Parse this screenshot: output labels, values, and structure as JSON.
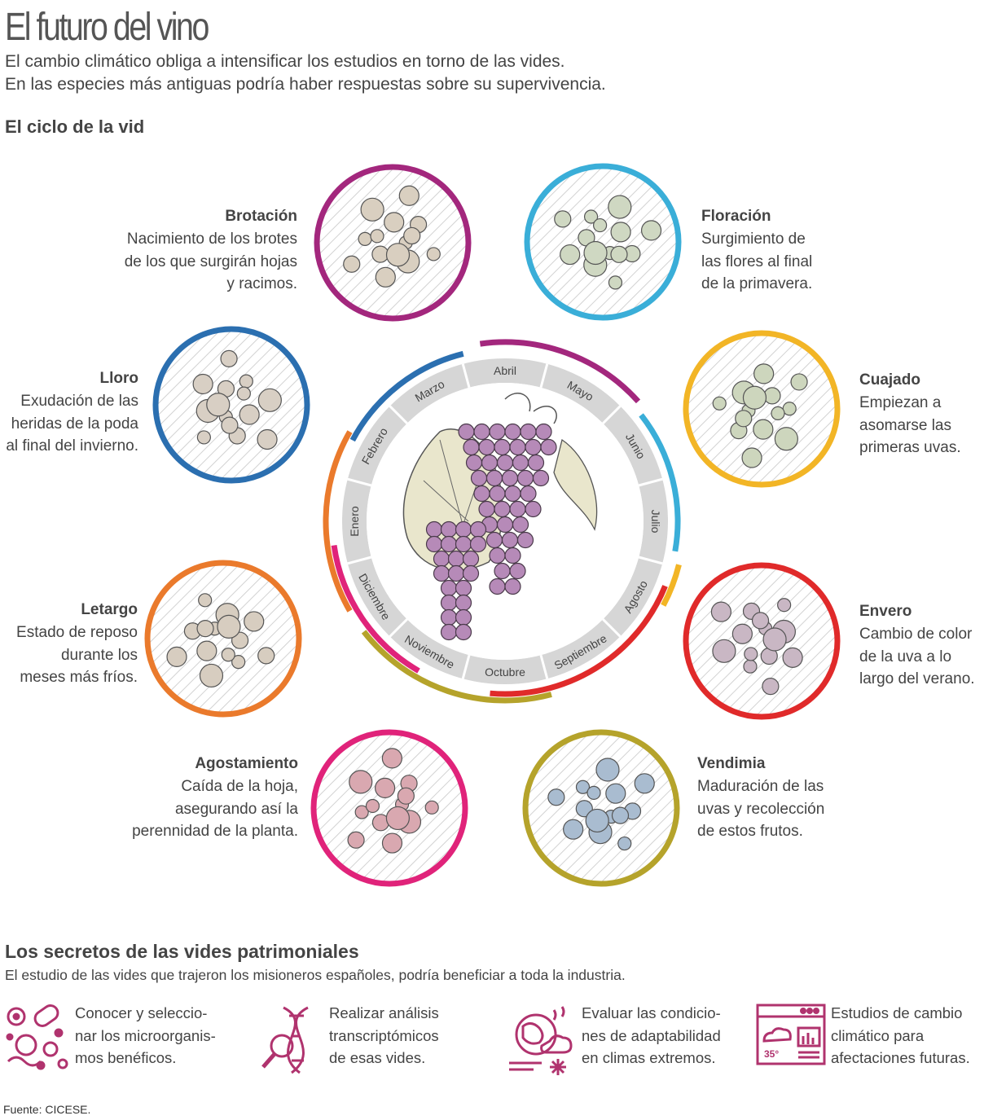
{
  "header": {
    "title": "El futuro del vino",
    "subtitle_1": "El cambio climático obliga a intensificar los estudios en torno de las vides.",
    "subtitle_2": "En las especies más antiguas podría haber respuestas sobre su supervivencia."
  },
  "cycle": {
    "heading": "El ciclo de la vid",
    "months": [
      "Enero",
      "Febrero",
      "Marzo",
      "Abril",
      "Mayo",
      "Junio",
      "Julio",
      "Agosto",
      "Septiembre",
      "Octubre",
      "Noviembre",
      "Diciembre"
    ],
    "stages": [
      {
        "name": "Brotación",
        "desc": [
          "Nacimiento de los brotes",
          "de los que surgirán hojas",
          "y racimos."
        ],
        "color": "#a3277d",
        "icon": "budding-vine-illustration"
      },
      {
        "name": "Floración",
        "desc": [
          "Surgimiento  de",
          "las flores al final",
          "de la primavera."
        ],
        "color": "#3aaed8",
        "icon": "flowering-vine-illustration"
      },
      {
        "name": "Lloro",
        "desc": [
          "Exudación de las",
          "heridas de la poda",
          "al final del invierno."
        ],
        "color": "#2b6fb0",
        "icon": "pruned-trunk-illustration"
      },
      {
        "name": "Cuajado",
        "desc": [
          "Empiezan a",
          "asomarse las",
          "primeras uvas."
        ],
        "color": "#f2b526",
        "icon": "fruit-set-illustration"
      },
      {
        "name": "Letargo",
        "desc": [
          "Estado de reposo",
          "durante los",
          "meses más fríos."
        ],
        "color": "#ea7a2c",
        "icon": "dormant-trunk-illustration"
      },
      {
        "name": "Envero",
        "desc": [
          "Cambio de color",
          "de la uva a lo",
          "largo del verano."
        ],
        "color": "#e02a2a",
        "icon": "veraison-grapes-illustration"
      },
      {
        "name": "Agostamiento",
        "desc": [
          "Caída de la hoja,",
          "asegurando así la",
          "perennidad de la planta."
        ],
        "color": "#e0237a",
        "icon": "falling-leaf-illustration"
      },
      {
        "name": "Vendimia",
        "desc": [
          "Maduración de las",
          "uvas y recolección",
          "de estos frutos."
        ],
        "color": "#b5a32b",
        "icon": "harvest-grapes-illustration"
      }
    ]
  },
  "secrets": {
    "heading": "Los secretos de las vides patrimoniales",
    "subtitle": "El estudio de las vides que trajeron los misioneros españoles, podría beneficiar a toda la industria.",
    "accent": "#b0336e",
    "items": [
      {
        "lines": [
          "Conocer y seleccio-",
          "nar los microorganis-",
          "mos benéficos."
        ],
        "icon": "microorganisms-icon"
      },
      {
        "lines": [
          "Realizar análisis",
          "transcriptómicos",
          "de esas vides."
        ],
        "icon": "dna-magnifier-icon"
      },
      {
        "lines": [
          "Evaluar las condicio-",
          "nes de adaptabilidad",
          "en climas extremos."
        ],
        "icon": "extreme-climate-icon"
      },
      {
        "lines": [
          "Estudios de cambio",
          "climático para",
          "afectaciones futuras."
        ],
        "icon": "climate-dashboard-icon"
      }
    ],
    "dashboard_temp": "35°"
  },
  "source": "Fuente: CICESE."
}
